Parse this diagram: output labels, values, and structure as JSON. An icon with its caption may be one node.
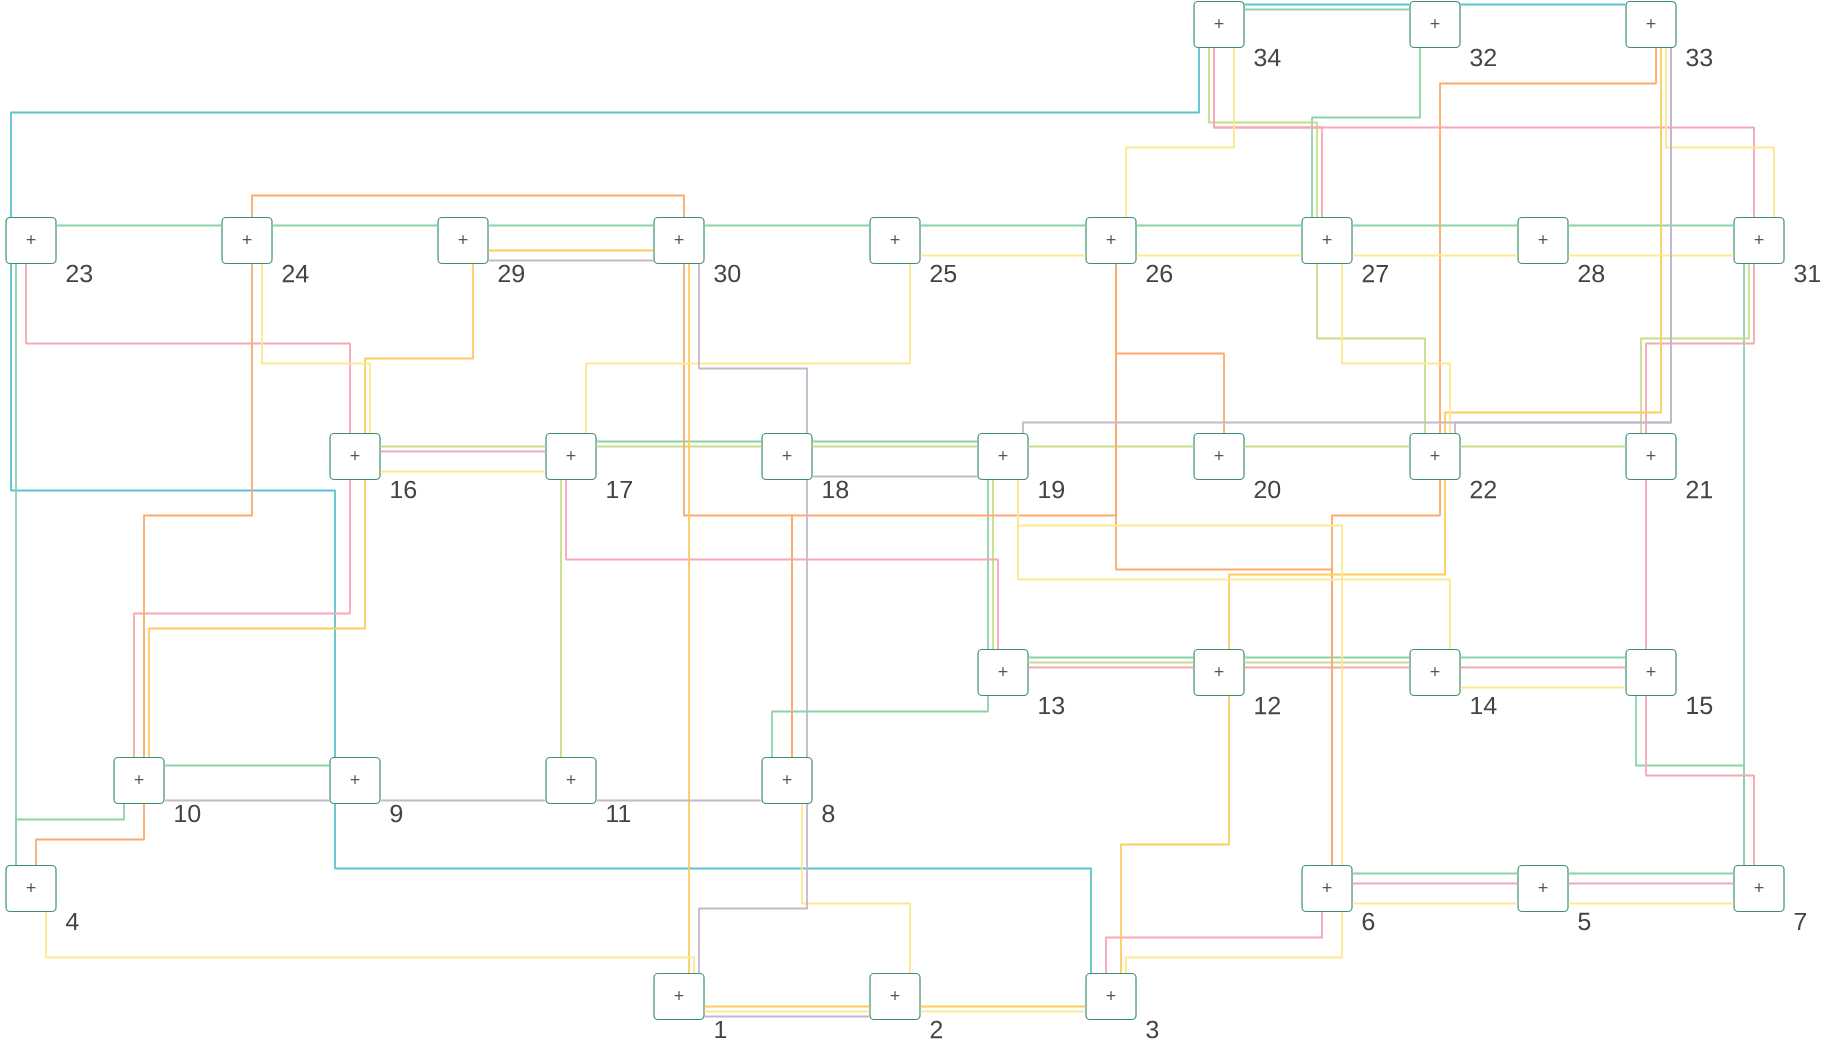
{
  "diagram": {
    "nodes": [
      {
        "text": [
          "+"
        ],
        "beside": [
          "1"
        ]
      },
      {
        "text": [
          "+"
        ],
        "beside": [
          "2"
        ]
      },
      {
        "text": [
          "+"
        ],
        "beside": [
          "3"
        ]
      },
      {
        "text": [
          "+"
        ],
        "beside": [
          "4"
        ]
      },
      {
        "text": [
          "+"
        ],
        "beside": [
          "5"
        ]
      },
      {
        "text": [
          "+"
        ],
        "beside": [
          "6"
        ]
      },
      {
        "text": [
          "+"
        ],
        "beside": [
          "7"
        ]
      },
      {
        "text": [
          "+"
        ],
        "beside": [
          "8"
        ]
      },
      {
        "text": [
          "+"
        ],
        "beside": [
          "9"
        ]
      },
      {
        "text": [
          "+"
        ],
        "beside": [
          "10"
        ]
      },
      {
        "text": [
          "+"
        ],
        "beside": [
          "11"
        ]
      },
      {
        "text": [
          "+"
        ],
        "beside": [
          "12"
        ]
      },
      {
        "text": [
          "+"
        ],
        "beside": [
          "13"
        ]
      },
      {
        "text": [
          "+"
        ],
        "beside": [
          "14"
        ]
      },
      {
        "text": [
          "+"
        ],
        "beside": [
          "15"
        ]
      },
      {
        "text": [
          "+"
        ],
        "beside": [
          "16"
        ]
      },
      {
        "text": [
          "+"
        ],
        "beside": [
          "17"
        ]
      },
      {
        "text": [
          "+"
        ],
        "beside": [
          "18"
        ]
      },
      {
        "text": [
          "+"
        ],
        "beside": [
          "19"
        ]
      },
      {
        "text": [
          "+"
        ],
        "beside": [
          "20"
        ]
      },
      {
        "text": [
          "+"
        ],
        "beside": [
          "21"
        ]
      },
      {
        "text": [
          "+"
        ],
        "beside": [
          "22"
        ]
      },
      {
        "text": [
          "+"
        ],
        "beside": [
          "23"
        ]
      },
      {
        "text": [
          "+"
        ],
        "beside": [
          "24"
        ]
      },
      {
        "text": [
          "+"
        ],
        "beside": [
          "25"
        ]
      },
      {
        "text": [
          "+"
        ],
        "beside": [
          "26"
        ]
      },
      {
        "text": [
          "+"
        ],
        "beside": [
          "27"
        ]
      },
      {
        "text": [
          "+"
        ],
        "beside": [
          "28"
        ]
      },
      {
        "text": [
          "+"
        ],
        "beside": [
          "29"
        ]
      },
      {
        "text": [
          "+"
        ],
        "beside": [
          "30"
        ]
      },
      {
        "text": [
          "+"
        ],
        "beside": [
          "31"
        ]
      },
      {
        "text": [
          "+"
        ],
        "beside": [
          "32"
        ]
      },
      {
        "text": [
          "+"
        ],
        "beside": [
          "33"
        ]
      },
      {
        "text": [
          "+"
        ],
        "beside": [
          "34"
        ]
      }
    ],
    "edges": [
      {
        "from": 33,
        "to": 31,
        "arrow": "none",
        "color": "#5bc4cf"
      },
      {
        "from": 31,
        "to": 32,
        "arrow": "none",
        "color": "#5bc4cf"
      },
      {
        "from": 33,
        "to": 22,
        "arrow": "none",
        "color": "#5bc4cf"
      },
      {
        "from": 22,
        "to": 8,
        "arrow": "none",
        "color": "#5bc4cf"
      },
      {
        "from": 8,
        "to": 2,
        "arrow": "none",
        "color": "#5bc4cf"
      },
      {
        "from": 22,
        "to": 23,
        "arrow": "none",
        "color": "#8ad4a8"
      },
      {
        "from": 23,
        "to": 28,
        "arrow": "none",
        "color": "#8ad4a8"
      },
      {
        "from": 28,
        "to": 29,
        "arrow": "none",
        "color": "#8ad4a8"
      },
      {
        "from": 29,
        "to": 24,
        "arrow": "none",
        "color": "#8ad4a8"
      },
      {
        "from": 24,
        "to": 25,
        "arrow": "none",
        "color": "#8ad4a8"
      },
      {
        "from": 25,
        "to": 26,
        "arrow": "none",
        "color": "#8ad4a8"
      },
      {
        "from": 26,
        "to": 27,
        "arrow": "none",
        "color": "#8ad4a8"
      },
      {
        "from": 27,
        "to": 30,
        "arrow": "none",
        "color": "#8ad4a8"
      },
      {
        "from": 30,
        "to": 6,
        "arrow": "none",
        "color": "#8ad4a8"
      },
      {
        "from": 33,
        "to": 31,
        "arrow": "none",
        "color": "#8ad4a8"
      },
      {
        "from": 31,
        "to": 26,
        "arrow": "none",
        "color": "#8ad4a8"
      },
      {
        "from": 22,
        "to": 3,
        "arrow": "none",
        "color": "#8ad4a8"
      },
      {
        "from": 3,
        "to": 9,
        "arrow": "none",
        "color": "#8ad4a8"
      },
      {
        "from": 9,
        "to": 8,
        "arrow": "none",
        "color": "#8ad4a8"
      },
      {
        "from": 7,
        "to": 12,
        "arrow": "none",
        "color": "#8ad4a8"
      },
      {
        "from": 12,
        "to": 11,
        "arrow": "none",
        "color": "#8ad4a8"
      },
      {
        "from": 11,
        "to": 13,
        "arrow": "none",
        "color": "#8ad4a8"
      },
      {
        "from": 13,
        "to": 14,
        "arrow": "none",
        "color": "#8ad4a8"
      },
      {
        "from": 14,
        "to": 6,
        "arrow": "none",
        "color": "#8ad4a8"
      },
      {
        "from": 12,
        "to": 18,
        "arrow": "none",
        "color": "#8ad4a8"
      },
      {
        "from": 18,
        "to": 17,
        "arrow": "none",
        "color": "#8ad4a8"
      },
      {
        "from": 17,
        "to": 16,
        "arrow": "none",
        "color": "#8ad4a8"
      },
      {
        "from": 5,
        "to": 4,
        "arrow": "none",
        "color": "#8ad4a8"
      },
      {
        "from": 4,
        "to": 6,
        "arrow": "none",
        "color": "#8ad4a8"
      },
      {
        "from": 33,
        "to": 26,
        "arrow": "none",
        "color": "#c5de8a"
      },
      {
        "from": 26,
        "to": 21,
        "arrow": "none",
        "color": "#c5de8a"
      },
      {
        "from": 15,
        "to": 16,
        "arrow": "none",
        "color": "#c5de8a"
      },
      {
        "from": 16,
        "to": 17,
        "arrow": "none",
        "color": "#c5de8a"
      },
      {
        "from": 17,
        "to": 18,
        "arrow": "none",
        "color": "#c5de8a"
      },
      {
        "from": 18,
        "to": 19,
        "arrow": "none",
        "color": "#c5de8a"
      },
      {
        "from": 19,
        "to": 21,
        "arrow": "none",
        "color": "#c5de8a"
      },
      {
        "from": 21,
        "to": 20,
        "arrow": "none",
        "color": "#c5de8a"
      },
      {
        "from": 20,
        "to": 30,
        "arrow": "none",
        "color": "#c5de8a"
      },
      {
        "from": 16,
        "to": 10,
        "arrow": "none",
        "color": "#c5de8a"
      },
      {
        "from": 18,
        "to": 12,
        "arrow": "none",
        "color": "#c5de8a"
      },
      {
        "from": 12,
        "to": 11,
        "arrow": "none",
        "color": "#c5de8a"
      },
      {
        "from": 11,
        "to": 13,
        "arrow": "none",
        "color": "#c5de8a"
      },
      {
        "from": 33,
        "to": 30,
        "arrow": "none",
        "color": "#f6a8b4"
      },
      {
        "from": 33,
        "to": 26,
        "arrow": "none",
        "color": "#f6a8b4"
      },
      {
        "from": 30,
        "to": 20,
        "arrow": "none",
        "color": "#f6a8b4"
      },
      {
        "from": 20,
        "to": 14,
        "arrow": "none",
        "color": "#f6a8b4"
      },
      {
        "from": 14,
        "to": 6,
        "arrow": "none",
        "color": "#f6a8b4"
      },
      {
        "from": 6,
        "to": 4,
        "arrow": "none",
        "color": "#f6a8b4"
      },
      {
        "from": 4,
        "to": 5,
        "arrow": "none",
        "color": "#f6a8b4"
      },
      {
        "from": 5,
        "to": 2,
        "arrow": "none",
        "color": "#f6a8b4"
      },
      {
        "from": 16,
        "to": 12,
        "arrow": "none",
        "color": "#f6a8b4"
      },
      {
        "from": 12,
        "to": 11,
        "arrow": "none",
        "color": "#f6a8b4"
      },
      {
        "from": 11,
        "to": 13,
        "arrow": "none",
        "color": "#f6a8b4"
      },
      {
        "from": 13,
        "to": 14,
        "arrow": "none",
        "color": "#f6a8b4"
      },
      {
        "from": 22,
        "to": 15,
        "arrow": "none",
        "color": "#f6a8b4"
      },
      {
        "from": 15,
        "to": 16,
        "arrow": "none",
        "color": "#f6a8b4"
      },
      {
        "from": 9,
        "to": 15,
        "arrow": "none",
        "color": "#f6a8b4"
      },
      {
        "from": 23,
        "to": 29,
        "arrow": "none",
        "color": "#fdaa6c"
      },
      {
        "from": 23,
        "to": 9,
        "arrow": "none",
        "color": "#fdaa6c"
      },
      {
        "from": 9,
        "to": 3,
        "arrow": "none",
        "color": "#fdaa6c"
      },
      {
        "from": 29,
        "to": 7,
        "arrow": "none",
        "color": "#fdaa6c"
      },
      {
        "from": 7,
        "to": 25,
        "arrow": "none",
        "color": "#fdaa6c"
      },
      {
        "from": 25,
        "to": 19,
        "arrow": "none",
        "color": "#fdaa6c"
      },
      {
        "from": 25,
        "to": 5,
        "arrow": "none",
        "color": "#fdaa6c"
      },
      {
        "from": 32,
        "to": 21,
        "arrow": "none",
        "color": "#fdaa6c"
      },
      {
        "from": 21,
        "to": 5,
        "arrow": "none",
        "color": "#fdaa6c"
      },
      {
        "from": 28,
        "to": 29,
        "arrow": "none",
        "color": "#fdcc60"
      },
      {
        "from": 28,
        "to": 15,
        "arrow": "none",
        "color": "#fdcc60"
      },
      {
        "from": 15,
        "to": 9,
        "arrow": "none",
        "color": "#fdcc60"
      },
      {
        "from": 29,
        "to": 0,
        "arrow": "none",
        "color": "#fdcc60"
      },
      {
        "from": 0,
        "to": 1,
        "arrow": "none",
        "color": "#fdcc60"
      },
      {
        "from": 1,
        "to": 2,
        "arrow": "none",
        "color": "#fdcc60"
      },
      {
        "from": 2,
        "to": 11,
        "arrow": "none",
        "color": "#fdcc60"
      },
      {
        "from": 11,
        "to": 21,
        "arrow": "none",
        "color": "#fdcc60"
      },
      {
        "from": 21,
        "to": 32,
        "arrow": "none",
        "color": "#fdcc60"
      },
      {
        "from": 23,
        "to": 15,
        "arrow": "none",
        "color": "#fde98f"
      },
      {
        "from": 15,
        "to": 16,
        "arrow": "none",
        "color": "#fde98f"
      },
      {
        "from": 16,
        "to": 24,
        "arrow": "none",
        "color": "#fde98f"
      },
      {
        "from": 24,
        "to": 25,
        "arrow": "none",
        "color": "#fde98f"
      },
      {
        "from": 25,
        "to": 26,
        "arrow": "none",
        "color": "#fde98f"
      },
      {
        "from": 26,
        "to": 27,
        "arrow": "none",
        "color": "#fde98f"
      },
      {
        "from": 27,
        "to": 30,
        "arrow": "none",
        "color": "#fde98f"
      },
      {
        "from": 25,
        "to": 33,
        "arrow": "none",
        "color": "#fde98f"
      },
      {
        "from": 32,
        "to": 30,
        "arrow": "none",
        "color": "#fde98f"
      },
      {
        "from": 26,
        "to": 21,
        "arrow": "none",
        "color": "#fde98f"
      },
      {
        "from": 18,
        "to": 5,
        "arrow": "none",
        "color": "#fde98f"
      },
      {
        "from": 5,
        "to": 4,
        "arrow": "none",
        "color": "#fde98f"
      },
      {
        "from": 4,
        "to": 6,
        "arrow": "none",
        "color": "#fde98f"
      },
      {
        "from": 5,
        "to": 2,
        "arrow": "none",
        "color": "#fde98f"
      },
      {
        "from": 3,
        "to": 0,
        "arrow": "none",
        "color": "#fde98f"
      },
      {
        "from": 0,
        "to": 1,
        "arrow": "none",
        "color": "#fde98f"
      },
      {
        "from": 1,
        "to": 2,
        "arrow": "none",
        "color": "#fde98f"
      },
      {
        "from": 7,
        "to": 1,
        "arrow": "none",
        "color": "#fde98f"
      },
      {
        "from": 18,
        "to": 13,
        "arrow": "none",
        "color": "#fde98f"
      },
      {
        "from": 13,
        "to": 14,
        "arrow": "none",
        "color": "#fde98f"
      },
      {
        "from": 28,
        "to": 29,
        "arrow": "none",
        "color": "#c4b8cd"
      },
      {
        "from": 29,
        "to": 17,
        "arrow": "none",
        "color": "#c4b8cd"
      },
      {
        "from": 17,
        "to": 18,
        "arrow": "none",
        "color": "#c4b8cd"
      },
      {
        "from": 18,
        "to": 32,
        "arrow": "none",
        "color": "#c4b8cd"
      },
      {
        "from": 21,
        "to": 32,
        "arrow": "none",
        "color": "#c4b8cd"
      },
      {
        "from": 17,
        "to": 7,
        "arrow": "none",
        "color": "#c4b8cd"
      },
      {
        "from": 7,
        "to": 10,
        "arrow": "none",
        "color": "#c4b8cd"
      },
      {
        "from": 10,
        "to": 8,
        "arrow": "none",
        "color": "#c4b8cd"
      },
      {
        "from": 8,
        "to": 9,
        "arrow": "none",
        "color": "#c4b8cd"
      },
      {
        "from": 7,
        "to": 0,
        "arrow": "none",
        "color": "#c4b8cd"
      },
      {
        "from": 0,
        "to": 1,
        "arrow": "none",
        "color": "#c4b8cd"
      }
    ]
  }
}
